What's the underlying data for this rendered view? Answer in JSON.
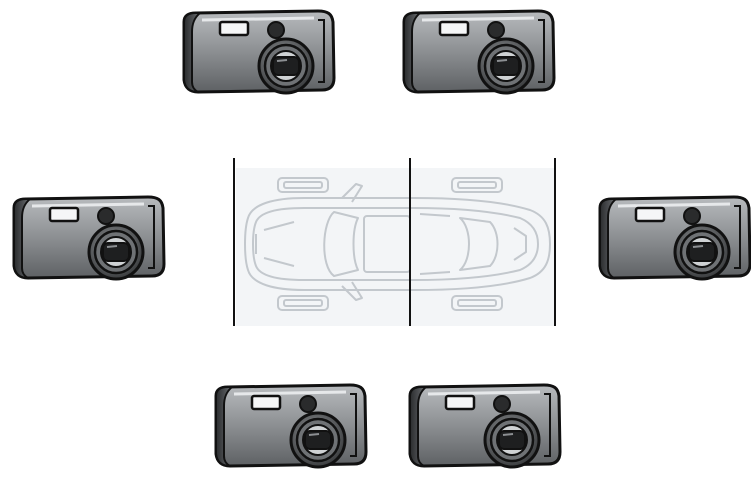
{
  "scene": {
    "cameras": [
      {
        "id": "camera-top-left",
        "icon": "camera-icon",
        "orientation": "front"
      },
      {
        "id": "camera-top-right",
        "icon": "camera-icon",
        "orientation": "front"
      },
      {
        "id": "camera-left",
        "icon": "camera-icon",
        "orientation": "front"
      },
      {
        "id": "camera-right",
        "icon": "camera-icon",
        "orientation": "front"
      },
      {
        "id": "camera-bottom-left",
        "icon": "camera-icon",
        "orientation": "front"
      },
      {
        "id": "camera-bottom-right",
        "icon": "camera-icon",
        "orientation": "front"
      }
    ],
    "vehicle": {
      "icon": "car-top-view-icon",
      "outline_color": "#c8cdd2"
    },
    "colors": {
      "camera_body": "#8a8d90",
      "camera_outline": "#111111",
      "divider": "#111111"
    }
  }
}
